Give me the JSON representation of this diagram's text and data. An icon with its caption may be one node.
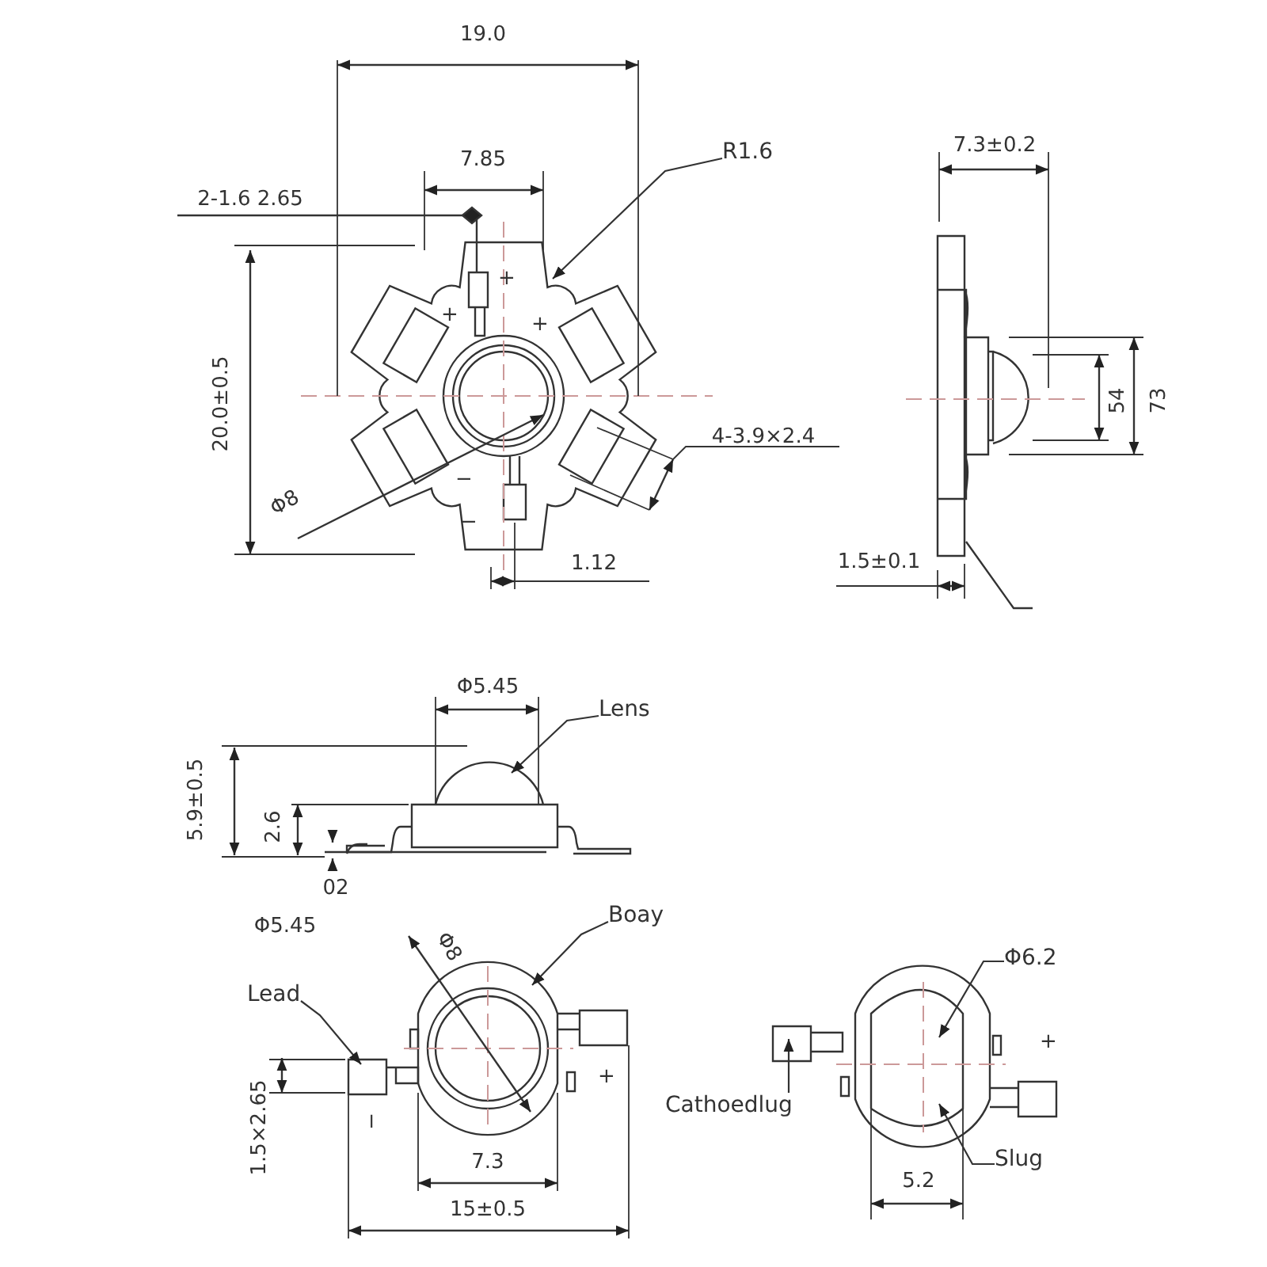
{
  "diagram": {
    "nodes": [
      {
        "text": [
          "Lens"
        ]
      },
      {
        "text": [
          "Boay"
        ]
      },
      {
        "text": [
          "Lead"
        ]
      },
      {
        "text": [
          "Cathoedlug"
        ]
      },
      {
        "text": [
          "Slug"
        ]
      },
      {
        "text": [
          "R1.6"
        ]
      },
      {
        "text": [
          "Φ6.2"
        ]
      }
    ],
    "edges": [
      {
        "from": 0,
        "to": null,
        "arrow": "to"
      },
      {
        "from": 1,
        "to": null,
        "arrow": "to"
      },
      {
        "from": 2,
        "to": null,
        "arrow": "to"
      },
      {
        "from": 3,
        "to": null,
        "arrow": "to"
      },
      {
        "from": 4,
        "to": null,
        "arrow": "to"
      },
      {
        "from": 5,
        "to": null,
        "arrow": "to"
      },
      {
        "from": 6,
        "to": null,
        "arrow": "to"
      }
    ],
    "labels": [
      "19.0",
      "7.85",
      "2-1.6 2.65",
      "+",
      "+",
      "+",
      "20.0±0.5",
      "Φ8",
      "4-3.9×2.4",
      "−",
      "−",
      "1.12",
      "7.3±0.2",
      "54",
      "73",
      "1.5±0.1",
      "Φ5.45",
      "5.9±0.5",
      "2.6",
      "02",
      "Φ5.45",
      "Φ8",
      "1.5×2.65",
      "−",
      "+",
      "7.3",
      "15±0.5",
      "+",
      "5.2"
    ]
  }
}
